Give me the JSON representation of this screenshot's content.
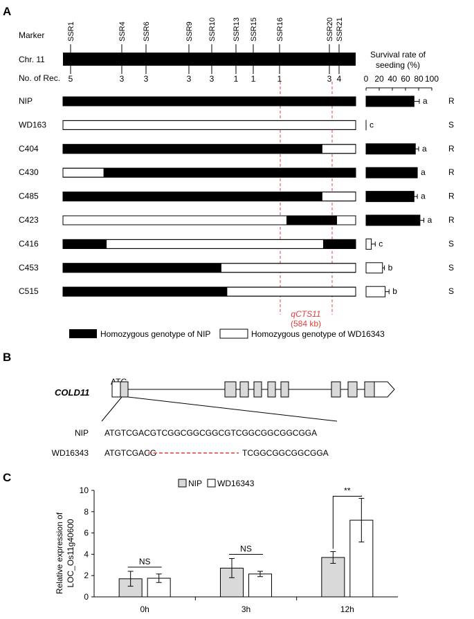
{
  "panels": {
    "a": "A",
    "b": "B",
    "c": "C"
  },
  "panel_a": {
    "marker_label": "Marker",
    "chr_label": "Chr. 11",
    "rec_label": "No. of Rec.",
    "markers": [
      "SSR1",
      "SSR4",
      "SSR6",
      "SSR9",
      "SSR10",
      "SSR13",
      "SSR15",
      "SSR16",
      "SSR20",
      "SSR21"
    ],
    "recombinants": [
      "5",
      "3",
      "3",
      "3",
      "3",
      "1",
      "1",
      "1",
      "3",
      "4"
    ],
    "survival_title_1": "Survival rate of",
    "survival_title_2": "seeding (%)",
    "survival_ticks": [
      "0",
      "20",
      "40",
      "60",
      "80",
      "100"
    ],
    "qtl_name": "qCTS11",
    "qtl_size": "(584 kb)",
    "legend_nip": "Homozygous genotype of NIP",
    "legend_wd": "Homozygous genotype of WD16343",
    "lines": [
      {
        "name": "NIP",
        "survival": 73,
        "error": 8,
        "letter": "a",
        "phenotype": "R"
      },
      {
        "name": "WD163",
        "survival": 0,
        "error": 0,
        "letter": "c",
        "phenotype": "S"
      },
      {
        "name": "C404",
        "survival": 75,
        "error": 5,
        "letter": "a",
        "phenotype": "R"
      },
      {
        "name": "C430",
        "survival": 78,
        "error": 0,
        "letter": "a",
        "phenotype": "R"
      },
      {
        "name": "C485",
        "survival": 73,
        "error": 5,
        "letter": "a",
        "phenotype": "R"
      },
      {
        "name": "C423",
        "survival": 82,
        "error": 6,
        "letter": "a",
        "phenotype": "R"
      },
      {
        "name": "C416",
        "survival": 8,
        "error": 6,
        "letter": "c",
        "phenotype": "S"
      },
      {
        "name": "C453",
        "survival": 25,
        "error": 3,
        "letter": "b",
        "phenotype": "S"
      },
      {
        "name": "C515",
        "survival": 29,
        "error": 6,
        "letter": "b",
        "phenotype": "S"
      }
    ]
  },
  "panel_b": {
    "atg": "ATG",
    "gene": "COLD11",
    "nip_label": "NIP",
    "nip_seq": "ATGTCGACGTCGGCGGCGGCGTCGGCGGCGGCGGA",
    "wd_label": "WD16343",
    "wd_seq_left": "ATGTCGACG",
    "wd_seq_right": "TCGGCGGCGGCGGA"
  },
  "chart_data": {
    "type": "bar",
    "categories": [
      "0h",
      "3h",
      "12h"
    ],
    "series": [
      {
        "name": "NIP",
        "values": [
          1.7,
          2.7,
          3.7
        ],
        "errors": [
          0.7,
          0.9,
          0.55
        ],
        "color": "#d9d9d9"
      },
      {
        "name": "WD16343",
        "values": [
          1.75,
          2.15,
          7.2
        ],
        "errors": [
          0.4,
          0.25,
          2.05
        ],
        "color": "#ffffff"
      }
    ],
    "ylabel_1": "Relative expression of",
    "ylabel_2": "LOC_Os11g40600",
    "ylim": [
      0,
      10
    ],
    "yticks": [
      "0",
      "2",
      "4",
      "6",
      "8",
      "10"
    ],
    "significance": [
      "NS",
      "NS",
      "**"
    ],
    "grid": false,
    "legend_position": "top"
  }
}
